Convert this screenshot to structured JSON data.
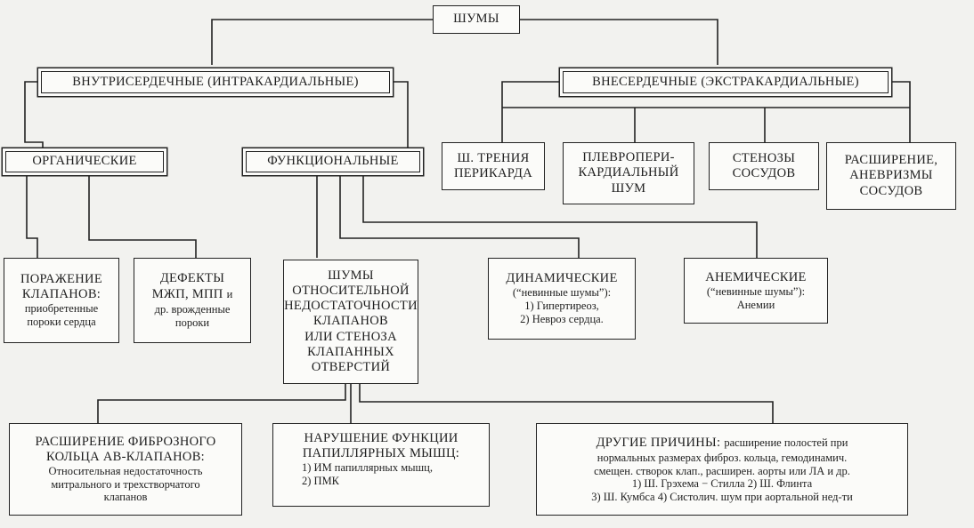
{
  "diagram": {
    "root": {
      "title": "ШУМЫ"
    },
    "intracardiac": {
      "title": "ВНУТРИСЕРДЕЧНЫЕ (ИНТРАКАРДИАЛЬНЫЕ)"
    },
    "extracardiac": {
      "title": "ВНЕСЕРДЕЧНЫЕ (ЭКСТРАКАРДИАЛЬНЫЕ)"
    },
    "organic": {
      "title": "ОРГАНИЧЕСКИЕ"
    },
    "functional": {
      "title": "ФУНКЦИОНАЛЬНЫЕ"
    },
    "pericardial_rub": {
      "lines": [
        "Ш. ТРЕНИЯ",
        "ПЕРИКАРДА"
      ]
    },
    "pleuropericardial": {
      "lines": [
        "ПЛЕВРОПЕРИ-",
        "КАРДИАЛЬНЫЙ",
        "ШУМ"
      ]
    },
    "vessel_stenosis": {
      "lines": [
        "СТЕНОЗЫ",
        "СОСУДОВ"
      ]
    },
    "vessel_dilation": {
      "lines": [
        "РАСШИРЕНИЕ,",
        "АНЕВРИЗМЫ",
        "СОСУДОВ"
      ]
    },
    "valve_lesion": {
      "title_lines": [
        "ПОРАЖЕНИЕ",
        "КЛАПАНОВ:"
      ],
      "text_lines": [
        "приобретенные",
        "пороки сердца"
      ]
    },
    "defects": {
      "title_lines": [
        "ДЕФЕКТЫ",
        "МЖП, МПП"
      ],
      "text_lines": [
        "и",
        "др. врожденные",
        "пороки"
      ]
    },
    "relative_insufficiency": {
      "lines": [
        "ШУМЫ",
        "ОТНОСИТЕЛЬНОЙ",
        "НЕДОСТАТОЧНОСТИ",
        "КЛАПАНОВ",
        "ИЛИ СТЕНОЗА",
        "КЛАПАННЫХ",
        "ОТВЕРСТИЙ"
      ]
    },
    "dynamic": {
      "title": "ДИНАМИЧЕСКИЕ",
      "text_lines": [
        "(“невинные шумы”):",
        "1) Гипертиреоз,",
        "2) Невроз сердца."
      ]
    },
    "anemic": {
      "title": "АНЕМИЧЕСКИЕ",
      "text_lines": [
        "(“невинные шумы”):",
        "Анемии"
      ]
    },
    "ring_dilation": {
      "title_lines": [
        "РАСШИРЕНИЕ ФИБРОЗНОГО",
        "КОЛЬЦА АВ-КЛАПАНОВ:"
      ],
      "text_lines": [
        "Относительная недостаточность",
        "митрального и трехстворчатого",
        "клапанов"
      ]
    },
    "papillary_dysfunction": {
      "title_lines": [
        "НАРУШЕНИЕ ФУНКЦИИ",
        "ПАПИЛЛЯРНЫХ МЫШЦ:"
      ],
      "text_lines": [
        "1) ИМ папиллярных мышц,",
        "2) ПМК"
      ]
    },
    "other_causes": {
      "title": "ДРУГИЕ ПРИЧИНЫ:",
      "text_lines": [
        "расширение полостей при",
        "нормальных размерах фиброз. кольца, гемодинамич.",
        "смещен. створок клап., расширен. аорты или ЛА и др.",
        "1) Ш. Грэхема − Стилла 2) Ш. Флинта",
        "3) Ш. Кумбса 4) Систолич. шум при аортальной нед-ти"
      ]
    }
  }
}
